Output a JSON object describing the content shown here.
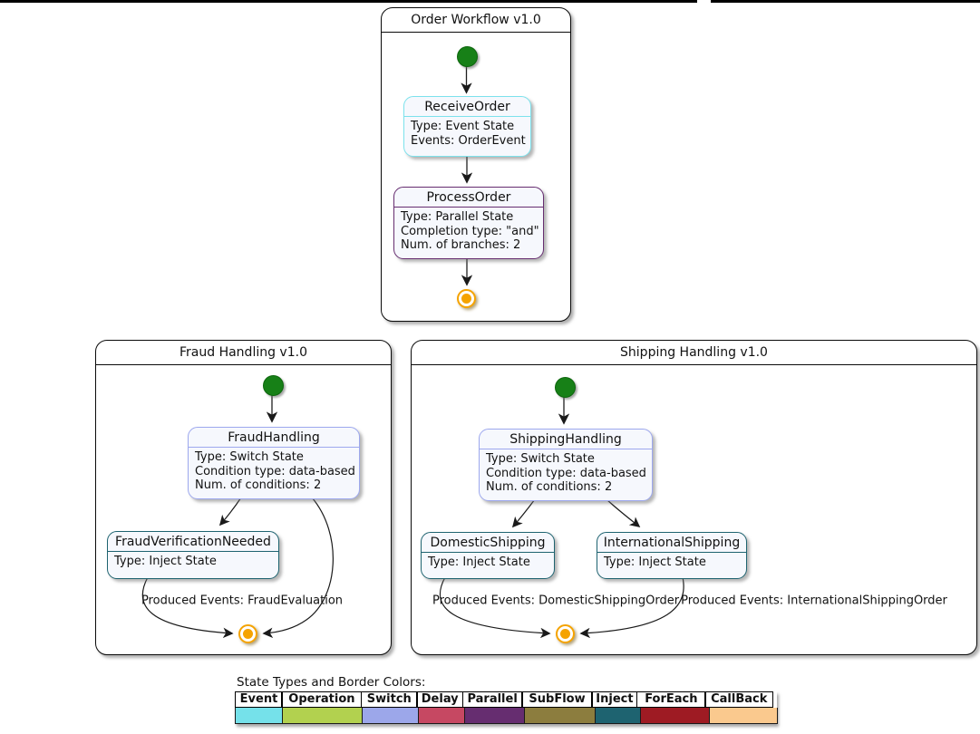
{
  "workflows": [
    {
      "title": "Order Workflow v1.0",
      "states": [
        {
          "name": "ReceiveOrder",
          "lines": [
            "Type: Event State",
            "Events: OrderEvent"
          ],
          "border_color": "#7ce2ec"
        },
        {
          "name": "ProcessOrder",
          "lines": [
            "Type: Parallel State",
            "Completion type: \"and\"",
            "Num. of branches: 2"
          ],
          "border_color": "#662d70"
        }
      ]
    },
    {
      "title": "Fraud Handling v1.0",
      "states": [
        {
          "name": "FraudHandling",
          "lines": [
            "Type: Switch State",
            "Condition type: data-based",
            "Num. of conditions: 2"
          ],
          "border_color": "#9da8ee"
        },
        {
          "name": "FraudVerificationNeeded",
          "lines": [
            "Type: Inject State"
          ],
          "border_color": "#1e6370"
        }
      ],
      "edge_labels": [
        "Produced Events: FraudEvaluation"
      ]
    },
    {
      "title": "Shipping Handling v1.0",
      "states": [
        {
          "name": "ShippingHandling",
          "lines": [
            "Type: Switch State",
            "Condition type: data-based",
            "Num. of conditions: 2"
          ],
          "border_color": "#9da8ee"
        },
        {
          "name": "DomesticShipping",
          "lines": [
            "Type: Inject State"
          ],
          "border_color": "#1e6370"
        },
        {
          "name": "InternationalShipping",
          "lines": [
            "Type: Inject State"
          ],
          "border_color": "#1e6370"
        }
      ],
      "edge_labels": [
        "Produced Events: DomesticShippingOrder",
        "Produced Events: InternationalShippingOrder"
      ]
    }
  ],
  "legend": {
    "caption": "State Types and Border Colors:",
    "types": [
      {
        "label": "Event",
        "color": "#75e1ea"
      },
      {
        "label": "Operation",
        "color": "#b2d14f"
      },
      {
        "label": "Switch",
        "color": "#9ca7ea"
      },
      {
        "label": "Delay",
        "color": "#c64862"
      },
      {
        "label": "Parallel",
        "color": "#662d70"
      },
      {
        "label": "SubFlow",
        "color": "#8c7d3e"
      },
      {
        "label": "Inject",
        "color": "#1e6370"
      },
      {
        "label": "ForEach",
        "color": "#9e1b23"
      },
      {
        "label": "CallBack",
        "color": "#fac98e"
      }
    ]
  }
}
